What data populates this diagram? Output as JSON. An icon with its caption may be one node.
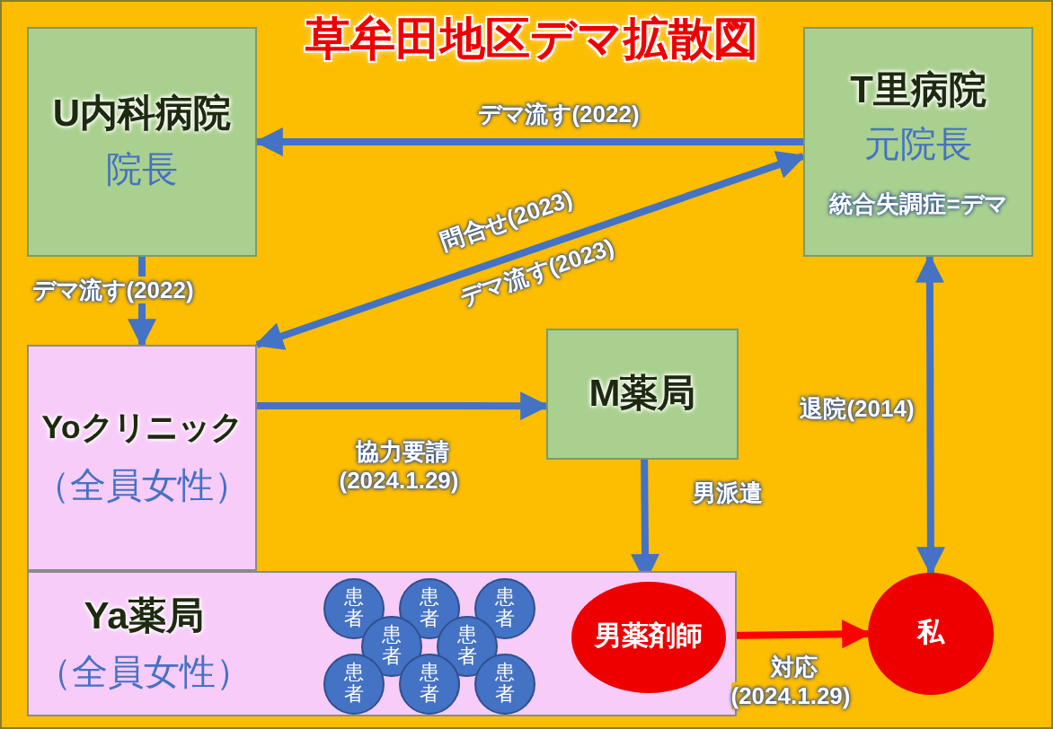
{
  "diagram": {
    "title": "草牟田地区デマ拡散図",
    "nodes": [
      {
        "text": [
          "U内科病院",
          "院長"
        ]
      },
      {
        "text": [
          "T里病院",
          "元院長",
          "統合失調症=デマ"
        ]
      },
      {
        "text": [
          "Yoクリニック",
          "（全員女性）"
        ]
      },
      {
        "text": [
          "Ya薬局",
          "（全員女性）"
        ]
      },
      {
        "text": [
          "M薬局"
        ]
      },
      {
        "text": [
          "男薬剤師"
        ],
        "in": 3
      },
      {
        "text": [
          "私"
        ]
      },
      {
        "text": [
          "患者"
        ],
        "in": 3
      },
      {
        "text": [
          "患者"
        ],
        "in": 3
      },
      {
        "text": [
          "患者"
        ],
        "in": 3
      },
      {
        "text": [
          "患者"
        ],
        "in": 3
      },
      {
        "text": [
          "患者"
        ],
        "in": 3
      },
      {
        "text": [
          "患者"
        ],
        "in": 3
      },
      {
        "text": [
          "患者"
        ],
        "in": 3
      },
      {
        "text": [
          "患者"
        ],
        "in": 3
      }
    ],
    "edges": [
      {
        "from": 1,
        "to": 0,
        "arrow": "to",
        "label": "デマ流す(2022)"
      },
      {
        "from": 0,
        "to": 2,
        "arrow": "to",
        "label": "デマ流す(2022)"
      },
      {
        "from": 2,
        "to": 1,
        "arrow": "both",
        "label": "問合せ(2023)"
      },
      {
        "from": 2,
        "to": 4,
        "arrow": "to",
        "label": "協力要請 (2024.1.29)"
      },
      {
        "from": 4,
        "to": 5,
        "arrow": "to",
        "label": "男派遣"
      },
      {
        "from": 5,
        "to": 6,
        "arrow": "to",
        "label": "対応 (2024.1.29)",
        "color": "#ff0000"
      },
      {
        "from": 1,
        "to": 6,
        "arrow": "both",
        "label": "退院(2014)"
      }
    ],
    "labels": [
      "デマ流す(2023)"
    ]
  }
}
